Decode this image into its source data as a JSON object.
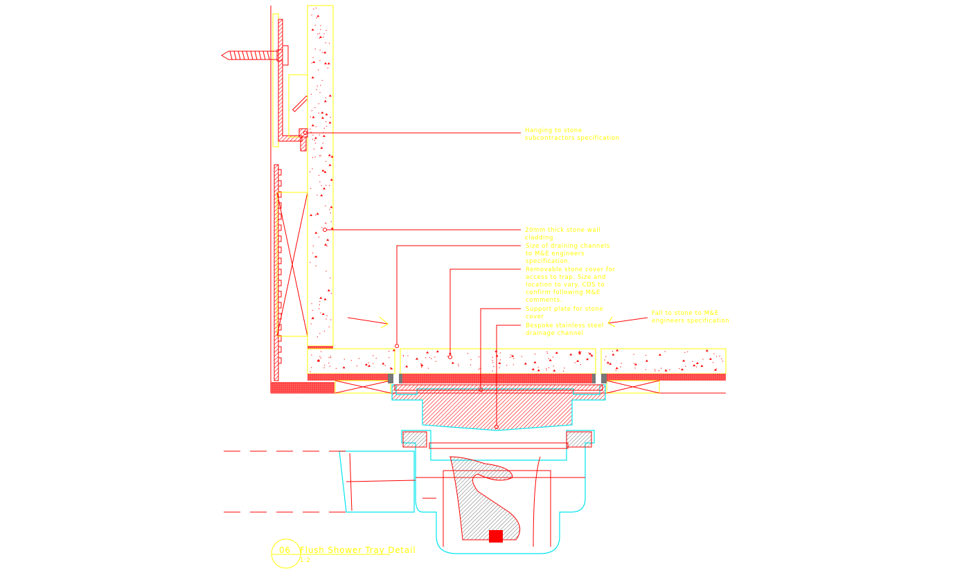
{
  "drawing": {
    "title_number": "06",
    "title": "Flush Shower Tray Detail",
    "scale": "1:2",
    "colors": {
      "annotation": "#ffff00",
      "linework": "#ff0000",
      "drain_outline": "#00e5ee",
      "hatch_grey": "#808080"
    }
  },
  "notes": [
    {
      "lines": [
        "Hanging to stone",
        "subcontractors specification"
      ]
    },
    {
      "lines": [
        "20mm thick stone wall",
        "cladding"
      ]
    },
    {
      "lines": [
        "Size of draining channels",
        "to M&E engineers",
        "specification."
      ]
    },
    {
      "lines": [
        "Removable stone cover for",
        "access to trap. Size and",
        "location to vary. CDS to",
        "confirm following M&E",
        "comments."
      ]
    },
    {
      "lines": [
        "Support plate for stone",
        "cover"
      ]
    },
    {
      "lines": [
        "Bespoke stainless steel",
        "drainage channel"
      ]
    },
    {
      "lines": [
        "Fall to stone to M&E",
        "engineers specification"
      ]
    }
  ]
}
